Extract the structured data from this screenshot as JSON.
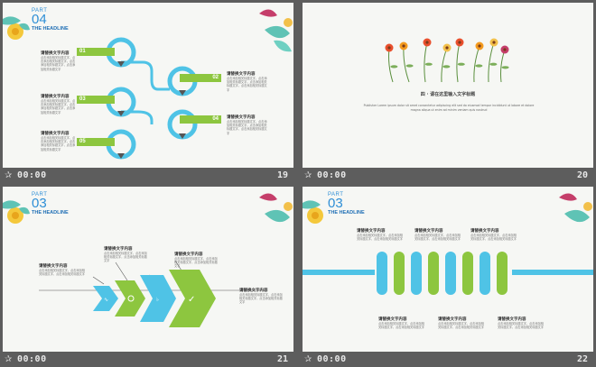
{
  "slides": [
    {
      "number": "19",
      "time": "00:00",
      "part": {
        "label": "PART",
        "number": "04",
        "headline": "THE HEADLINE"
      },
      "items": [
        {
          "tag": "01",
          "title": "请替换文字内容",
          "text": "点击添加相关标题文字，点击添加相关标题文字，点击添加相关标题文字，点击添加相关标题文字"
        },
        {
          "tag": "02",
          "title": "请替换文字内容",
          "text": "点击添加相关标题文字，点击添加相关标题文字，点击添加相关标题文字，点击添加相关标题文字"
        },
        {
          "tag": "03",
          "title": "请替换文字内容",
          "text": "点击添加相关标题文字，点击添加相关标题文字，点击添加相关标题文字，点击添加相关标题文字"
        },
        {
          "tag": "04",
          "title": "请替换文字内容",
          "text": "点击添加相关标题文字，点击添加相关标题文字，点击添加相关标题文字，点击添加相关标题文字"
        },
        {
          "tag": "05",
          "title": "请替换文字内容",
          "text": "点击添加相关标题文字，点击添加相关标题文字，点击添加相关标题文字，点击添加相关标题文字"
        }
      ]
    },
    {
      "number": "20",
      "time": "00:00",
      "title": "四 · 请在这里输入文字标题",
      "paragraph": "Publisher Lorem ipsum dolor sit amet consectetur adipiscing elit sed do eiusmod tempor incididunt ut labore et dolore magna aliqua ut enim ad minim veniam quis nostrud"
    },
    {
      "number": "21",
      "time": "00:00",
      "part": {
        "label": "PART",
        "number": "03",
        "headline": "THE HEADLINE"
      },
      "items": [
        {
          "title": "请替换文字内容",
          "text": "点击添加相关标题文字，点击添加相关标题文字，点击添加相关标题文字"
        },
        {
          "title": "请替换文字内容",
          "text": "点击添加相关标题文字，点击添加相关标题文字，点击添加相关标题文字"
        },
        {
          "title": "请替换文字内容",
          "text": "点击添加相关标题文字，点击添加相关标题文字，点击添加相关标题文字"
        },
        {
          "title": "请替换文字内容",
          "text": "点击添加相关标题文字，点击添加相关标题文字，点击添加相关标题文字"
        }
      ]
    },
    {
      "number": "22",
      "time": "00:00",
      "part": {
        "label": "PART",
        "number": "03",
        "headline": "THE HEADLINE"
      },
      "items": [
        {
          "title": "请替换文字内容",
          "text": "点击添加相关标题文字，点击添加相关标题文字，点击添加相关标题文字"
        },
        {
          "title": "请替换文字内容",
          "text": "点击添加相关标题文字，点击添加相关标题文字，点击添加相关标题文字"
        },
        {
          "title": "请替换文字内容",
          "text": "点击添加相关标题文字，点击添加相关标题文字，点击添加相关标题文字"
        },
        {
          "title": "请替换文字内容",
          "text": "点击添加相关标题文字，点击添加相关标题文字，点击添加相关标题文字"
        },
        {
          "title": "请替换文字内容",
          "text": "点击添加相关标题文字，点击添加相关标题文字，点击添加相关标题文字"
        },
        {
          "title": "请替换文字内容",
          "text": "点击添加相关标题文字，点击添加相关标题文字，点击添加相关标题文字"
        }
      ]
    }
  ],
  "colors": {
    "blue": "#4fc3e6",
    "green": "#8dc63f",
    "accent": "#2f8fd6"
  },
  "icons": {
    "star": "star-icon",
    "flower": "flower-icon"
  }
}
